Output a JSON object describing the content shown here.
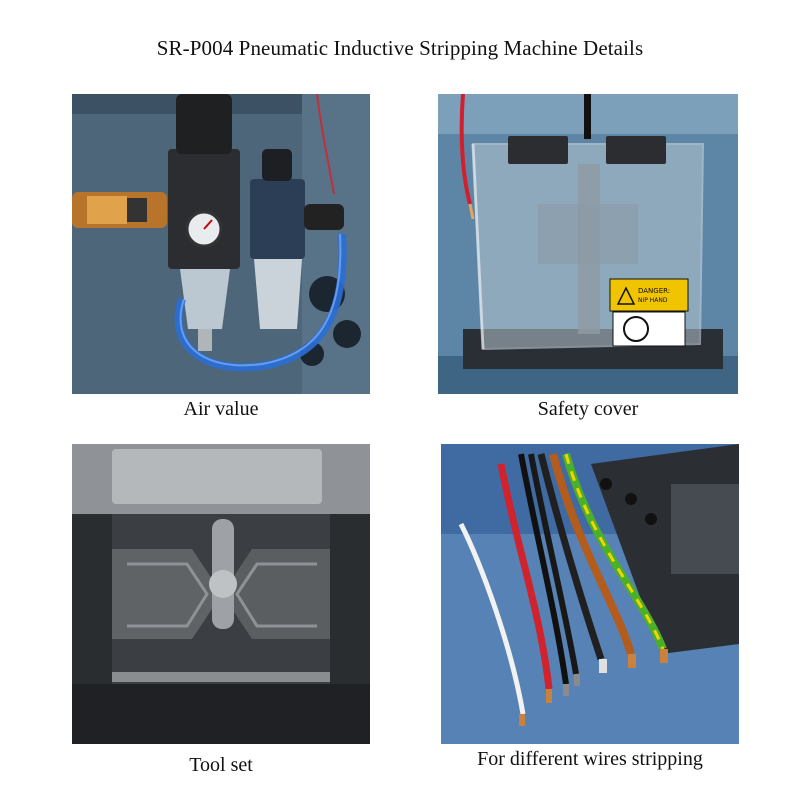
{
  "page": {
    "title": "SR-P004 Pneumatic Inductive Stripping Machine Details"
  },
  "panels": [
    {
      "caption": "Air value",
      "photo": "air-valve-photo"
    },
    {
      "caption": "Safety cover",
      "photo": "safety-cover-photo",
      "label_text": "DANGER: NIP HAND"
    },
    {
      "caption": "Tool set",
      "photo": "tool-set-photo"
    },
    {
      "caption": "For different wires stripping",
      "photo": "wires-photo"
    }
  ],
  "colors": {
    "machine_blue": "#4f6b82",
    "tube_blue": "#2a6fd6",
    "metal_gray": "#6b6d70",
    "warning_yellow": "#f1c400"
  }
}
